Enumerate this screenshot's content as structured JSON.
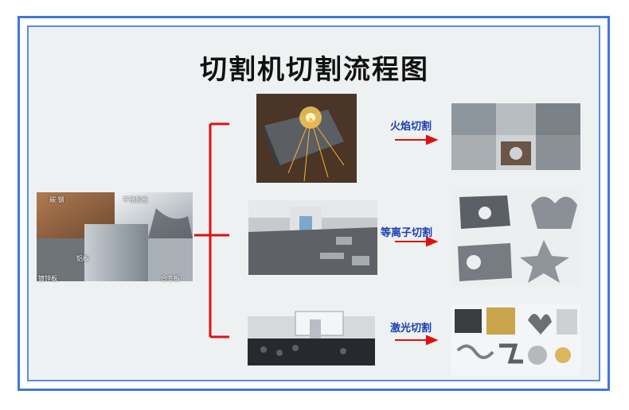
{
  "title": "切割机切割流程图",
  "materials": [
    "碳 钢",
    "不锈钢板",
    "铝板",
    "镀锌板",
    "合金板"
  ],
  "branches": [
    {
      "label": "火焰切割"
    },
    {
      "label": "等离子切割"
    },
    {
      "label": "激光切割"
    }
  ],
  "colors": {
    "frame": "#3f78d8",
    "panel": "#eef1f2",
    "connector": "#e01010",
    "label": "#1c3fb0"
  }
}
